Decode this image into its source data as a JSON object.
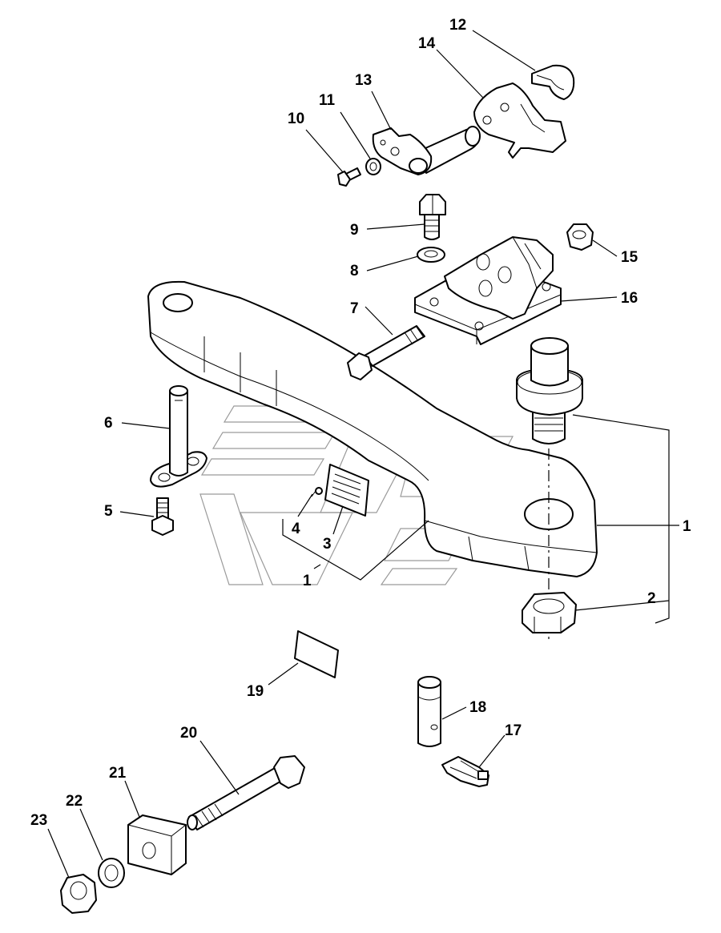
{
  "callouts": [
    {
      "id": "c1a",
      "text": "1"
    },
    {
      "id": "c1b",
      "text": "1"
    },
    {
      "id": "c2",
      "text": "2"
    },
    {
      "id": "c3",
      "text": "3"
    },
    {
      "id": "c4",
      "text": "4"
    },
    {
      "id": "c5",
      "text": "5"
    },
    {
      "id": "c6",
      "text": "6"
    },
    {
      "id": "c7",
      "text": "7"
    },
    {
      "id": "c8",
      "text": "8"
    },
    {
      "id": "c9",
      "text": "9"
    },
    {
      "id": "c10",
      "text": "10"
    },
    {
      "id": "c11",
      "text": "11"
    },
    {
      "id": "c12",
      "text": "12"
    },
    {
      "id": "c13",
      "text": "13"
    },
    {
      "id": "c14",
      "text": "14"
    },
    {
      "id": "c15",
      "text": "15"
    },
    {
      "id": "c16",
      "text": "16"
    },
    {
      "id": "c17",
      "text": "17"
    },
    {
      "id": "c18",
      "text": "18"
    },
    {
      "id": "c19",
      "text": "19"
    },
    {
      "id": "c20",
      "text": "20"
    },
    {
      "id": "c21",
      "text": "21"
    },
    {
      "id": "c22",
      "text": "22"
    },
    {
      "id": "c23",
      "text": "23"
    }
  ],
  "colors": {
    "line": "#000000",
    "watermark": "#9a9a9a",
    "background": "#ffffff"
  }
}
